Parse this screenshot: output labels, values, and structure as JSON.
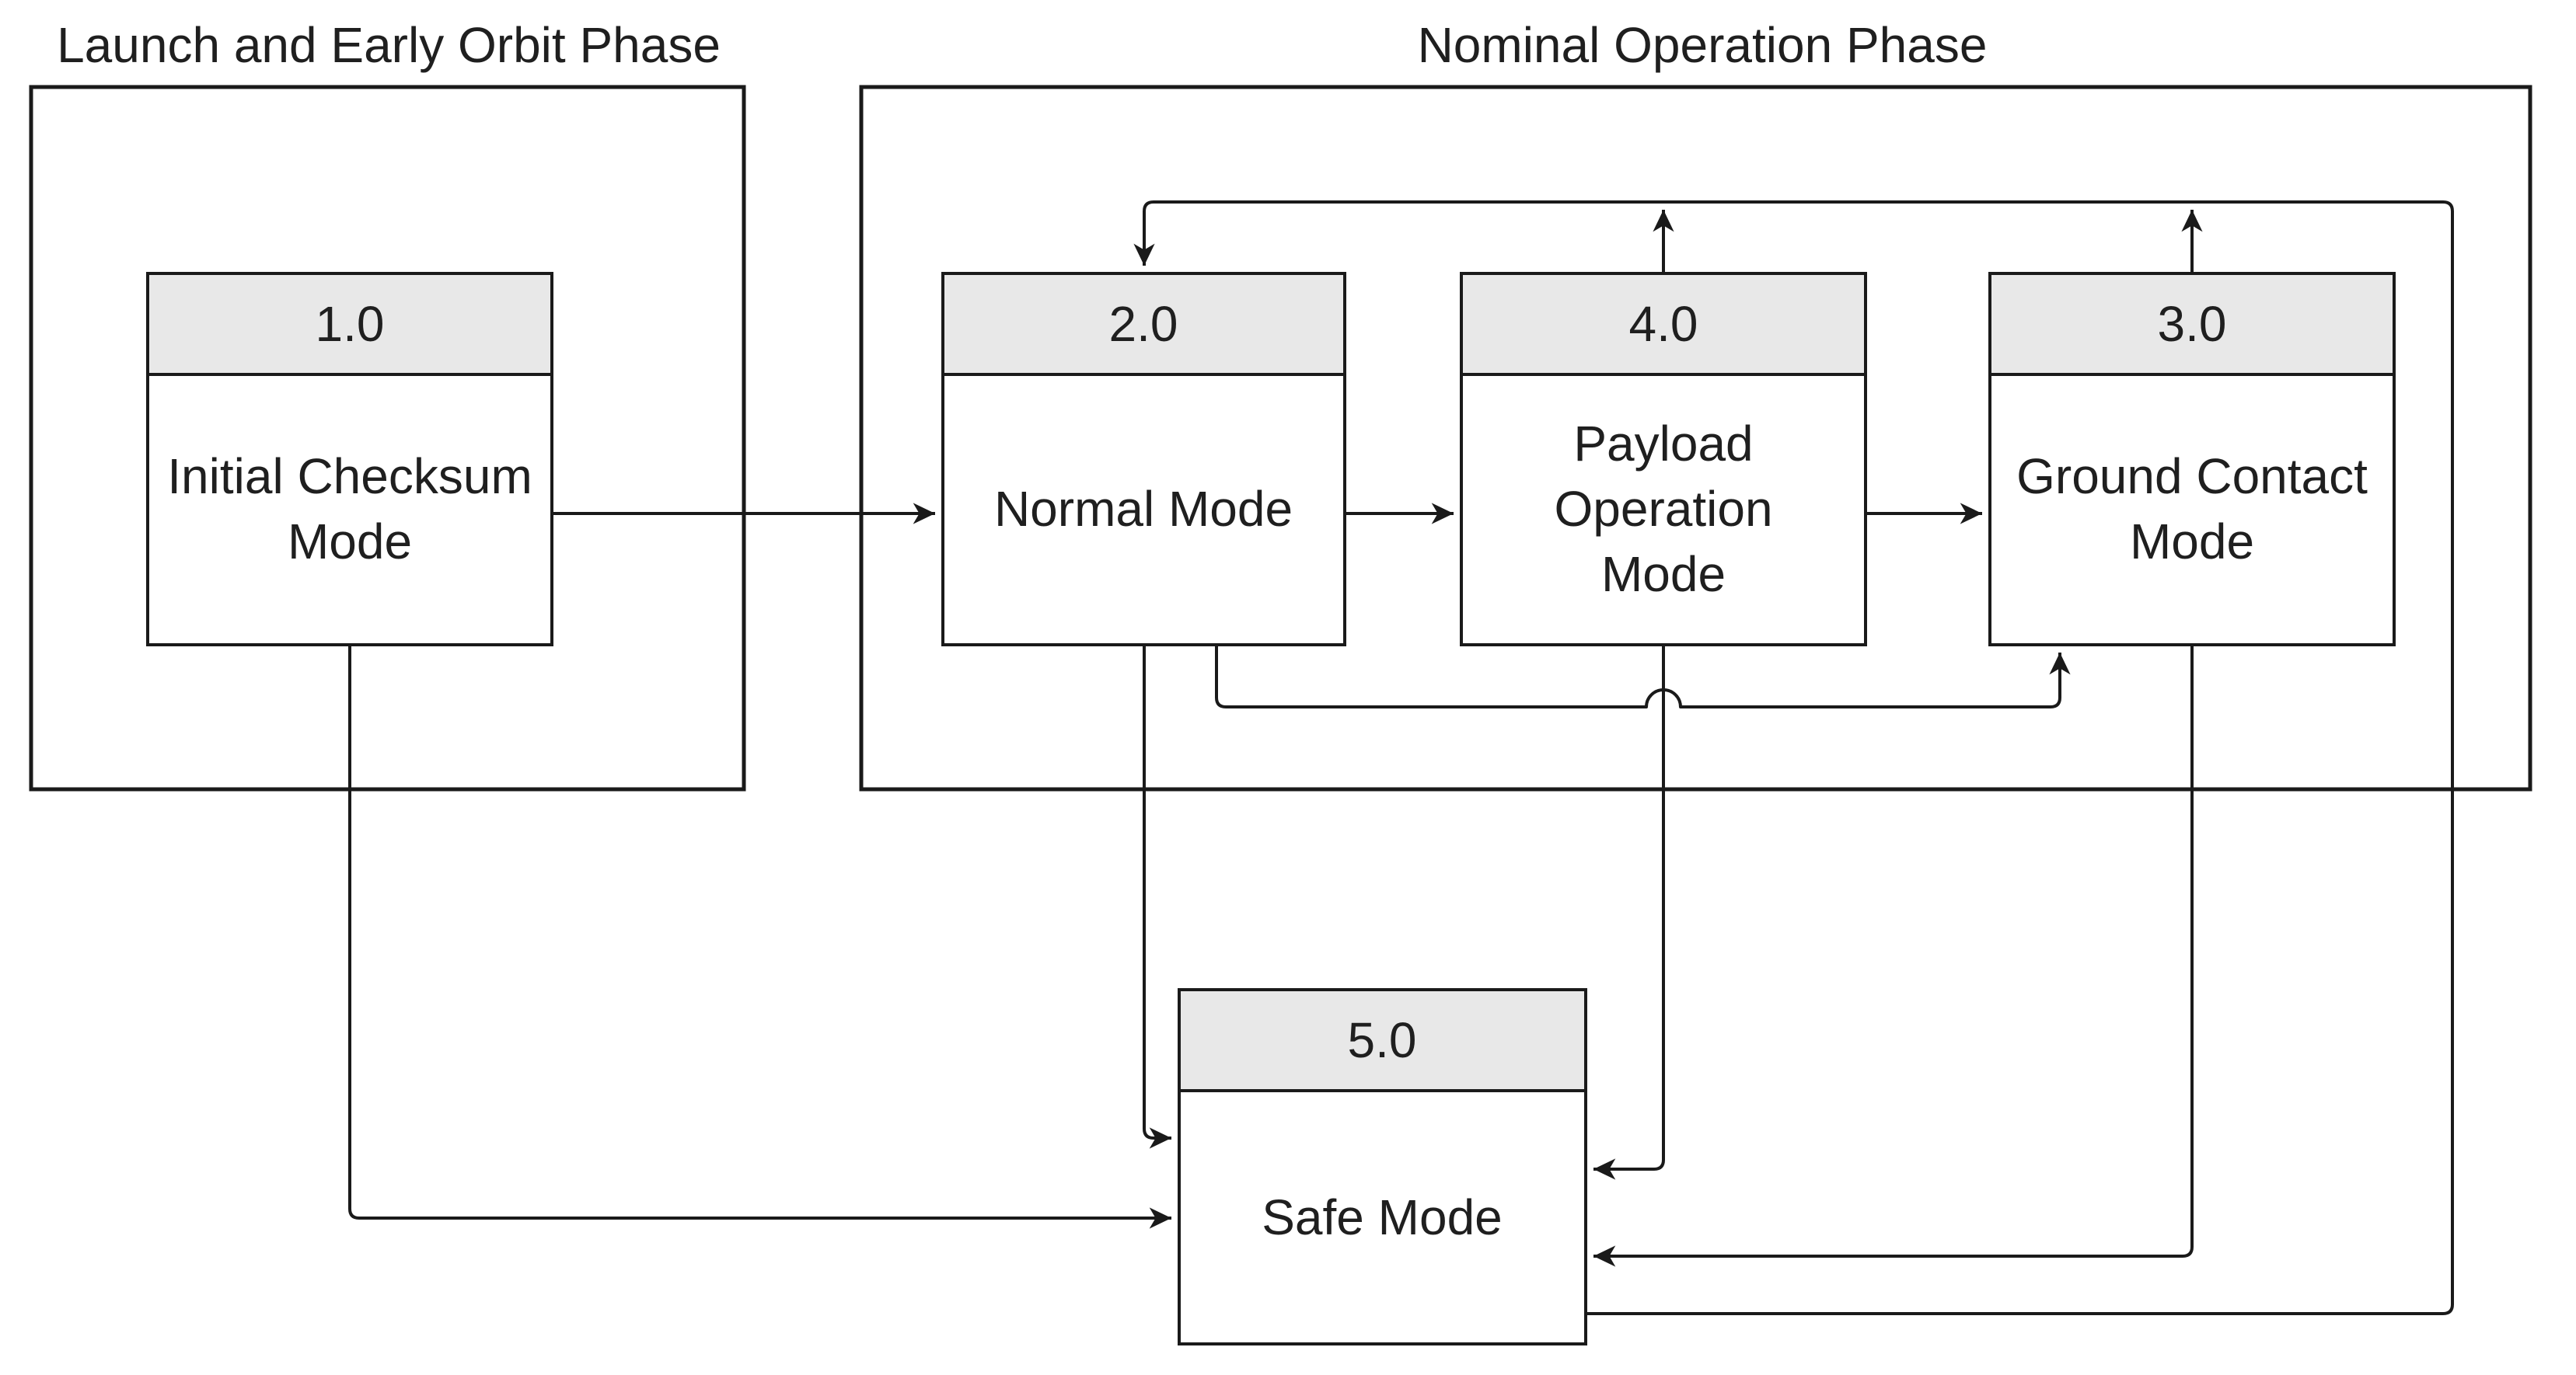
{
  "diagram": {
    "phases": [
      {
        "title": "Launch and Early Orbit Phase"
      },
      {
        "title": "Nominal Operation Phase"
      }
    ],
    "modes": [
      {
        "id": "1.0",
        "lines": [
          "Initial Checksum",
          "Mode"
        ],
        "name": "Initial Checksum Mode",
        "phase": "Launch and Early Orbit Phase"
      },
      {
        "id": "2.0",
        "lines": [
          "Normal Mode"
        ],
        "name": "Normal Mode",
        "phase": "Nominal Operation Phase"
      },
      {
        "id": "4.0",
        "lines": [
          "Payload",
          "Operation",
          "Mode"
        ],
        "name": "Payload Operation Mode",
        "phase": "Nominal Operation Phase"
      },
      {
        "id": "3.0",
        "lines": [
          "Ground Contact",
          "Mode"
        ],
        "name": "Ground Contact Mode",
        "phase": "Nominal Operation Phase"
      },
      {
        "id": "5.0",
        "lines": [
          "Safe Mode"
        ],
        "name": "Safe Mode",
        "phase": ""
      }
    ],
    "transitions": [
      {
        "from": "1.0",
        "to": "2.0"
      },
      {
        "from": "2.0",
        "to": "4.0"
      },
      {
        "from": "4.0",
        "to": "3.0"
      },
      {
        "from": "2.0",
        "to": "3.0"
      },
      {
        "from": "4.0",
        "to": "2.0"
      },
      {
        "from": "3.0",
        "to": "2.0"
      },
      {
        "from": "5.0",
        "to": "2.0"
      },
      {
        "from": "1.0",
        "to": "5.0"
      },
      {
        "from": "2.0",
        "to": "5.0"
      },
      {
        "from": "4.0",
        "to": "5.0"
      },
      {
        "from": "3.0",
        "to": "5.0"
      }
    ],
    "colors": {
      "line": "#1a1a1a",
      "header_fill": "#e8e8e8",
      "body_fill": "#ffffff",
      "background": "#ffffff"
    }
  }
}
